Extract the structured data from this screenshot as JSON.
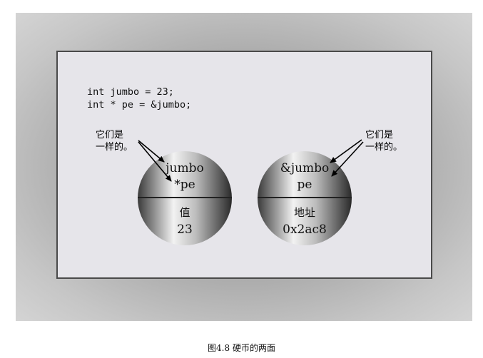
{
  "code": {
    "line1": "int jumbo = 23;",
    "line2": "int * pe = &jumbo;"
  },
  "left_note": {
    "line1": "它们是",
    "line2": "一样的。"
  },
  "right_note": {
    "line1": "它们是",
    "line2": "一样的。"
  },
  "left_circle": {
    "top1": "jumbo",
    "top2": "*pe",
    "bottom_label": "值",
    "bottom_value": "23"
  },
  "right_circle": {
    "top1": "&jumbo",
    "top2": "pe",
    "bottom_label": "地址",
    "bottom_value": "0x2ac8"
  },
  "caption": "图4.8 硬币的两面"
}
